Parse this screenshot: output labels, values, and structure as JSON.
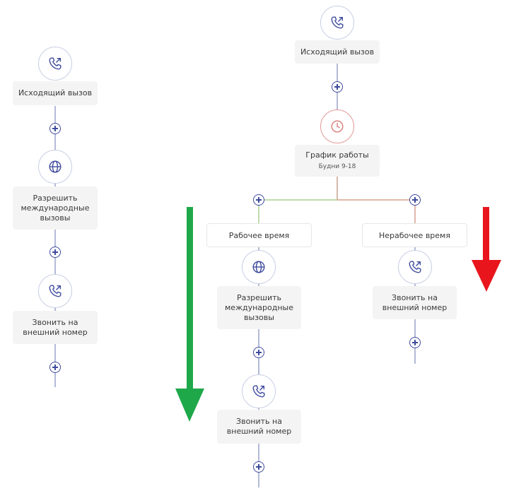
{
  "left_flow": {
    "node1": {
      "icon": "phone-outgoing-icon",
      "label": "Исходящий вызов"
    },
    "node2": {
      "icon": "globe-icon",
      "label": "Разрешить\nмеждународные\nвызовы"
    },
    "node3": {
      "icon": "phone-outgoing-icon",
      "label": "Звонить на\nвнешний номер"
    }
  },
  "right_flow": {
    "node1": {
      "icon": "phone-outgoing-icon",
      "label": "Исходящий вызов"
    },
    "schedule": {
      "icon": "clock-icon",
      "label": "График работы",
      "sublabel": "Будни 9-18"
    },
    "branch_work": {
      "label": "Рабочее время",
      "node1": {
        "icon": "globe-icon",
        "label": "Разрешить\nмеждународные\nвызовы"
      },
      "node2": {
        "icon": "phone-outgoing-icon",
        "label": "Звонить на\nвнешний номер"
      }
    },
    "branch_offhours": {
      "label": "Нерабочее время",
      "node1": {
        "icon": "phone-outgoing-icon",
        "label": "Звонить на\nвнешний номер"
      }
    }
  },
  "colors": {
    "line": "#9aa3c9",
    "plus": "#3d4a9c",
    "green_branch": "#a8d08d",
    "red_branch": "#d9a08f",
    "green_arrow": "#1fa84a",
    "red_arrow": "#e8161c",
    "clock": "#d97b75"
  }
}
